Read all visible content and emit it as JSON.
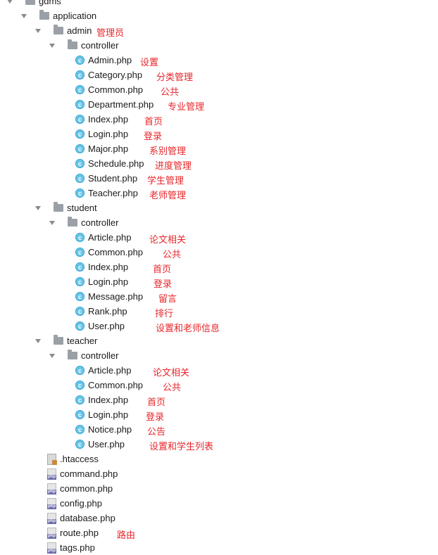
{
  "tree": {
    "root": "gdms",
    "application": "application",
    "admin": {
      "label": "admin",
      "note": "管理员",
      "controller": "controller",
      "files": [
        {
          "name": "Admin.php",
          "note": "设置"
        },
        {
          "name": "Category.php",
          "note": "分类管理"
        },
        {
          "name": "Common.php",
          "note": "公共"
        },
        {
          "name": "Department.php",
          "note": "专业管理"
        },
        {
          "name": "Index.php",
          "note": "首页"
        },
        {
          "name": "Login.php",
          "note": "登录"
        },
        {
          "name": "Major.php",
          "note": "系别管理"
        },
        {
          "name": "Schedule.php",
          "note": "进度管理"
        },
        {
          "name": "Student.php",
          "note": "学生管理"
        },
        {
          "name": "Teacher.php",
          "note": "老师管理"
        }
      ]
    },
    "student": {
      "label": "student",
      "controller": "controller",
      "files": [
        {
          "name": "Article.php",
          "note": "论文相关"
        },
        {
          "name": "Common.php",
          "note": "公共"
        },
        {
          "name": "Index.php",
          "note": "首页"
        },
        {
          "name": "Login.php",
          "note": "登录"
        },
        {
          "name": "Message.php",
          "note": "留言"
        },
        {
          "name": "Rank.php",
          "note": "排行"
        },
        {
          "name": "User.php",
          "note": "设置和老师信息"
        }
      ]
    },
    "teacher": {
      "label": "teacher",
      "controller": "controller",
      "files": [
        {
          "name": "Article.php",
          "note": "论文相关"
        },
        {
          "name": "Common.php",
          "note": "公共"
        },
        {
          "name": "Index.php",
          "note": "首页"
        },
        {
          "name": "Login.php",
          "note": "登录"
        },
        {
          "name": "Notice.php",
          "note": "公告"
        },
        {
          "name": "User.php",
          "note": "设置和学生列表"
        }
      ]
    },
    "app_files": [
      {
        "name": ".htaccess",
        "icon": "htaccess-file-icon"
      },
      {
        "name": "command.php",
        "icon": "php-file-icon"
      },
      {
        "name": "common.php",
        "icon": "php-file-icon"
      },
      {
        "name": "config.php",
        "icon": "php-file-icon"
      },
      {
        "name": "database.php",
        "icon": "php-file-icon"
      },
      {
        "name": "route.php",
        "icon": "php-file-icon",
        "note": "路由"
      },
      {
        "name": "tags.php",
        "icon": "php-file-icon"
      }
    ]
  },
  "colors": {
    "note": "#e8262b",
    "class_icon": "#69c4e8",
    "folder_icon": "#9aa0a6"
  }
}
